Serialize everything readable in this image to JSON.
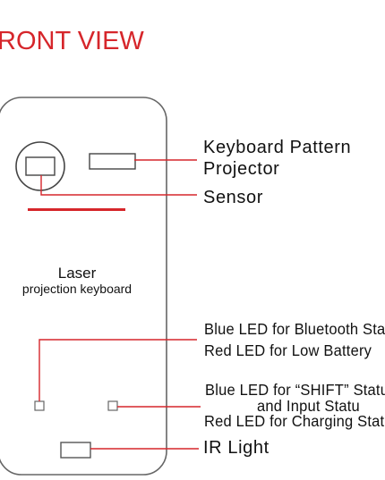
{
  "title": "RONT VIEW",
  "device": {
    "title": "Laser",
    "subtitle": "projection keyboard"
  },
  "labels": {
    "projector_line1": "Keyboard Pattern",
    "projector_line2": "Projector",
    "sensor": "Sensor",
    "blue_led_bt": "Blue LED for Bluetooth Sta",
    "red_led_battery": "Red LED for Low Battery",
    "blue_led_shift": "Blue LED for “SHIFT” Statu",
    "input_status": "and  Input Statu",
    "red_led_charging": "Red LED for Charging Stat",
    "ir_light": "IR Light"
  },
  "colors": {
    "title": "#d6262b",
    "leader_line": "#d6262b",
    "outline": "#555555"
  }
}
